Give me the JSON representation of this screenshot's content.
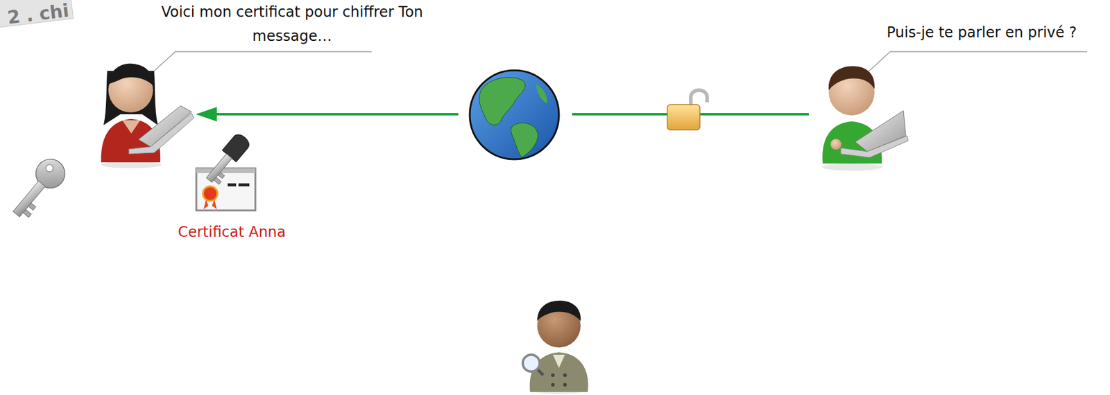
{
  "diagram": {
    "labels": [
      "2 . chi",
      "Voici mon certificat pour chiffrer Ton message…",
      "Puis-je te parler en privé ?",
      "Certificat Anna"
    ]
  }
}
